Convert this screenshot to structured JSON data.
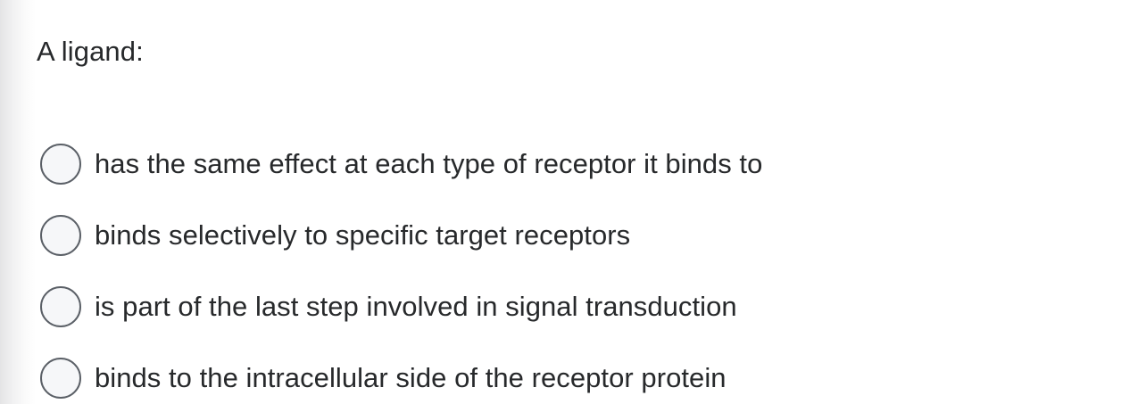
{
  "question": {
    "prompt": "A ligand:",
    "type": "multiple-choice-single-select",
    "selected_index": null,
    "options": [
      {
        "id": "option-a",
        "label": "has the same effect at each type of receptor it binds to",
        "selected": false
      },
      {
        "id": "option-b",
        "label": "binds selectively to specific target receptors",
        "selected": false
      },
      {
        "id": "option-c",
        "label": "is part of the last step involved in signal transduction",
        "selected": false
      },
      {
        "id": "option-d",
        "label": "binds to the intracellular side of the receptor protein",
        "selected": false
      }
    ]
  },
  "theme": {
    "page_background": "#ffffff",
    "text_color": "#27292b",
    "radio_border_color": "#5b6067",
    "radio_fill_color": "#f6f7f9",
    "left_edge_shadow_color": "#e4e4e5"
  }
}
